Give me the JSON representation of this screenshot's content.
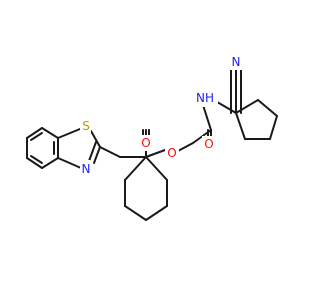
{
  "molecule": {
    "atoms": {
      "S": {
        "label": "S",
        "color": "#b5a000"
      },
      "N_thiazole": {
        "label": "N",
        "color": "#2020ff"
      },
      "O_carbonyl_ester": {
        "label": "O",
        "color": "#ff0d0d"
      },
      "O_ester": {
        "label": "O",
        "color": "#ff0d0d"
      },
      "O_carbonyl_amide": {
        "label": "O",
        "color": "#ff0d0d"
      },
      "NH": {
        "label": "NH",
        "color": "#2020ff"
      },
      "N_nitrile": {
        "label": "N",
        "color": "#2020ff"
      }
    },
    "bond_color": "#1a1a1a",
    "background": "#ffffff"
  }
}
